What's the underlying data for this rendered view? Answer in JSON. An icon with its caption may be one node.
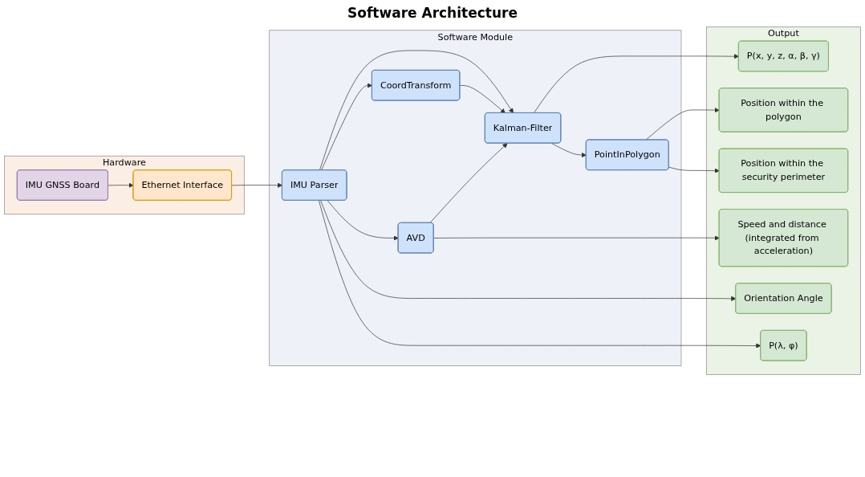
{
  "diagram": {
    "title": "Software Architecture",
    "nodes": [
      {
        "text": [
          "Hardware"
        ]
      },
      {
        "text": [
          "Ethernet Interface"
        ],
        "in": 0
      },
      {
        "text": [
          "IMU GNSS Board"
        ],
        "in": 0
      },
      {
        "text": [
          "Software Module"
        ]
      },
      {
        "text": [
          "IMU Parser"
        ],
        "in": 3
      },
      {
        "text": [
          "CoordTransform"
        ],
        "in": 3
      },
      {
        "text": [
          "Kalman-Filter"
        ],
        "in": 3
      },
      {
        "text": [
          "PointInPolygon"
        ],
        "in": 3
      },
      {
        "text": [
          "AVD"
        ],
        "in": 3
      },
      {
        "text": [
          "Output"
        ]
      },
      {
        "text": [
          "P(x, y, z, α, β, γ)"
        ],
        "in": 9
      },
      {
        "text": [
          "Position within the polygon"
        ],
        "in": 9
      },
      {
        "text": [
          "Position within the security perimeter"
        ],
        "in": 9
      },
      {
        "text": [
          "Speed and distance (integrated from acceleration)"
        ],
        "in": 9
      },
      {
        "text": [
          "Orientation Angle"
        ],
        "in": 9
      },
      {
        "text": [
          "P(λ, φ)"
        ],
        "in": 9
      }
    ],
    "edges": [
      {
        "from": 2,
        "to": 1,
        "arrow": "to"
      },
      {
        "from": 1,
        "to": 4,
        "arrow": "to"
      },
      {
        "from": 4,
        "to": 5,
        "arrow": "to"
      },
      {
        "from": 4,
        "to": 6,
        "arrow": "to"
      },
      {
        "from": 4,
        "to": 8,
        "arrow": "to"
      },
      {
        "from": 5,
        "to": 6,
        "arrow": "to"
      },
      {
        "from": 8,
        "to": 6,
        "arrow": "to"
      },
      {
        "from": 6,
        "to": 7,
        "arrow": "to"
      },
      {
        "from": 6,
        "to": 10,
        "arrow": "to"
      },
      {
        "from": 7,
        "to": 11,
        "arrow": "to"
      },
      {
        "from": 7,
        "to": 12,
        "arrow": "to"
      },
      {
        "from": 8,
        "to": 13,
        "arrow": "to"
      },
      {
        "from": 4,
        "to": 14,
        "arrow": "to"
      },
      {
        "from": 4,
        "to": 15,
        "arrow": "to"
      }
    ]
  }
}
